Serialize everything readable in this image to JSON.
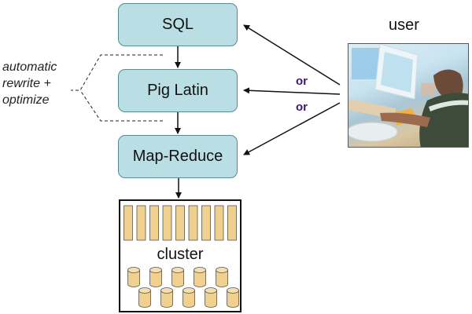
{
  "diagram": {
    "nodes": {
      "sql": "SQL",
      "pig_latin": "Pig Latin",
      "map_reduce": "Map-Reduce",
      "cluster": "cluster"
    },
    "annotation": {
      "line1": "automatic",
      "line2": "rewrite +",
      "line3": "optimize"
    },
    "connector_labels": [
      "or",
      "or"
    ],
    "user_label": "user",
    "user_photo_alt": "person at computer",
    "cluster_contents": {
      "servers": 9,
      "disks_row1": 5,
      "disks_row2": 5
    },
    "colors": {
      "node_fill": "#b9dfe4",
      "node_border": "#5a8a94",
      "cluster_item_fill": "#f0d08f",
      "or_label": "#3a1a6e"
    }
  }
}
